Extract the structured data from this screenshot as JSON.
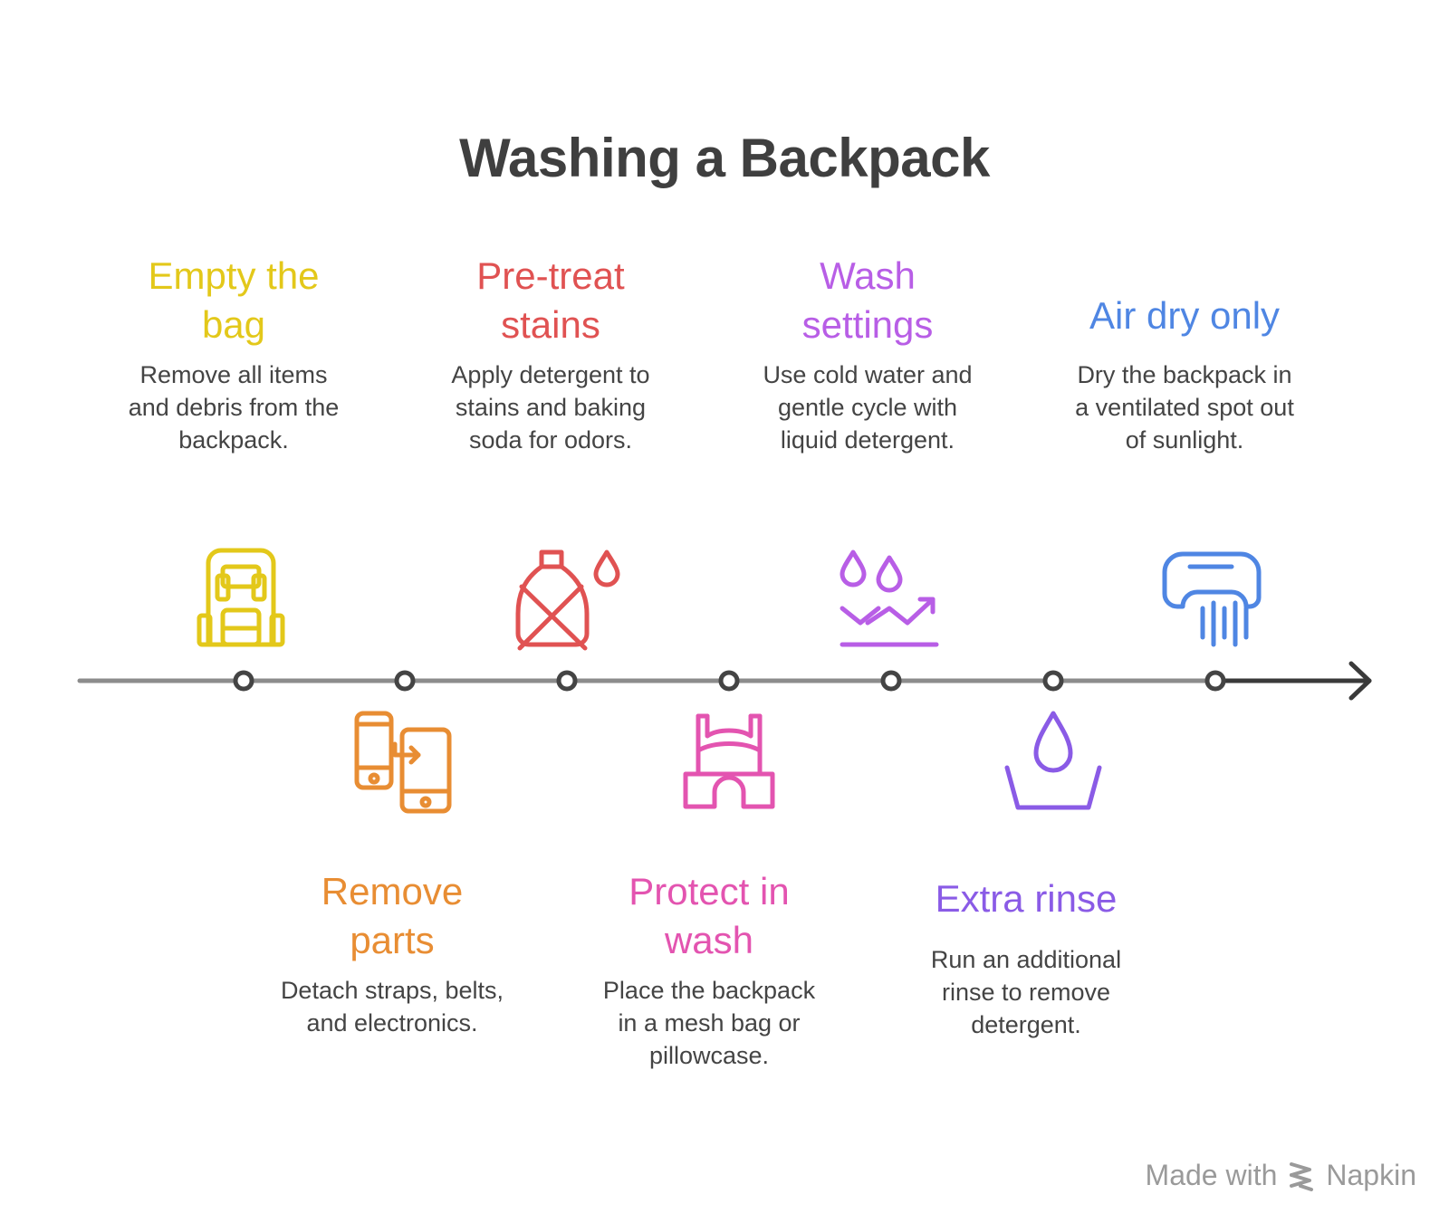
{
  "title": "Washing a Backpack",
  "colors": {
    "step1": "#e3c81a",
    "step2": "#e88d33",
    "step3": "#e05252",
    "step4": "#e354b0",
    "step5": "#b85ee6",
    "step6": "#8a5be6",
    "step7": "#4f86e3",
    "timeline": "#8c8c8c",
    "arrow": "#3a3a3a"
  },
  "steps": [
    {
      "title_line1": "Empty the",
      "title_line2": "bag",
      "desc_line1": "Remove all items",
      "desc_line2": "and debris from the",
      "desc_line3": "backpack.",
      "icon": "backpack-icon"
    },
    {
      "title_line1": "Remove",
      "title_line2": "parts",
      "desc_line1": "Detach straps, belts,",
      "desc_line2": "and electronics.",
      "desc_line3": "",
      "icon": "phone-transfer-icon"
    },
    {
      "title_line1": "Pre-treat",
      "title_line2": "stains",
      "desc_line1": "Apply detergent to",
      "desc_line2": "stains and baking",
      "desc_line3": "soda for odors.",
      "icon": "detergent-bottle-icon"
    },
    {
      "title_line1": "Protect in",
      "title_line2": "wash",
      "desc_line1": "Place the backpack",
      "desc_line2": "in a mesh bag or",
      "desc_line3": "pillowcase.",
      "icon": "mesh-bag-icon"
    },
    {
      "title_line1": "Wash",
      "title_line2": "settings",
      "desc_line1": "Use cold water and",
      "desc_line2": "gentle cycle with",
      "desc_line3": "liquid detergent.",
      "icon": "water-drops-trend-icon"
    },
    {
      "title_line1": "Extra rinse",
      "title_line2": "",
      "desc_line1": "Run an additional",
      "desc_line2": "rinse to remove",
      "desc_line3": "detergent.",
      "icon": "water-drop-basin-icon"
    },
    {
      "title_line1": "Air dry only",
      "title_line2": "",
      "desc_line1": "Dry the backpack in",
      "desc_line2": "a ventilated spot out",
      "desc_line3": "of sunlight.",
      "icon": "air-dry-icon"
    }
  ],
  "footer": {
    "prefix": "Made with",
    "brand": "Napkin"
  }
}
